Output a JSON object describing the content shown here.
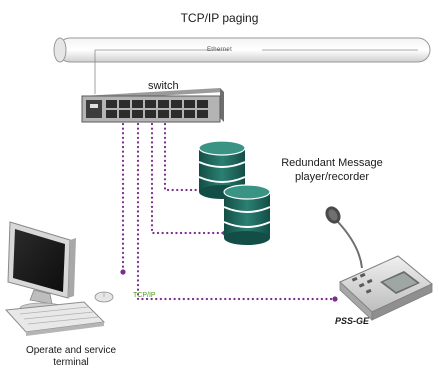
{
  "diagram": {
    "title": "TCP/IP paging",
    "ethernet_label": "Ethernet",
    "switch_label": "switch",
    "player_label": "Redundant Message player/recorder",
    "link_label": "TCP/IP",
    "pss_label": "PSS-GE",
    "terminal_label": "Operate and service terminal"
  },
  "colors": {
    "link_dots": "#7b2d8e",
    "database": "#1f6f64",
    "link_label": "#4a9a1a"
  },
  "icons": [
    "switch-icon",
    "database-icon",
    "computer-icon",
    "microphone-console-icon"
  ]
}
